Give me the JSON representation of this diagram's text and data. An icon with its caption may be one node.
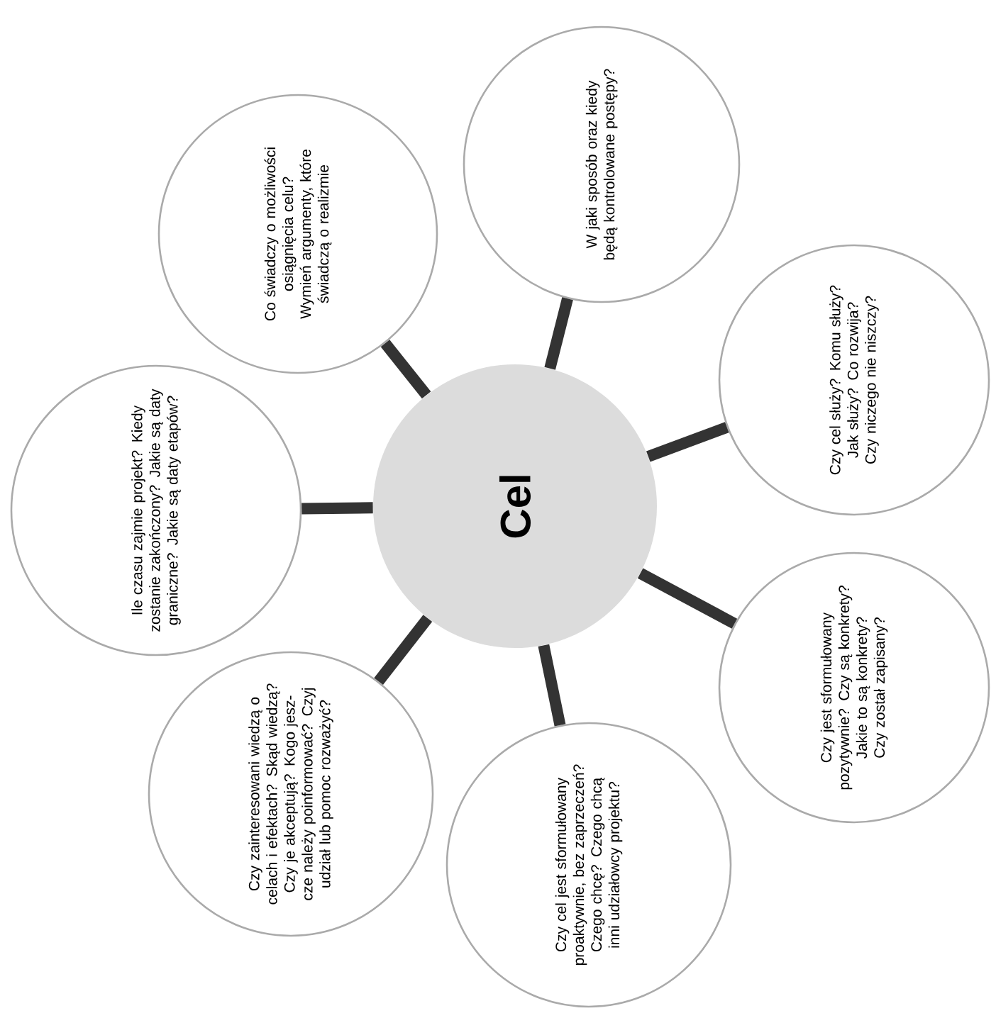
{
  "diagram": {
    "nodes": [
      {
        "text": [
          "Cel"
        ]
      },
      {
        "text": [
          "Co świadczy o możliwości osiągnięcia celu? Wymień argumenty, które świadczą o realizmie"
        ]
      },
      {
        "text": [
          "W jaki sposób oraz kiedy będą kontrolowane postępy?"
        ]
      },
      {
        "text": [
          "Czy cel służy? Komu służy? Jak służy? Co rozwija? Czy niczego nie niszczy?"
        ]
      },
      {
        "text": [
          "Czy jest sformułowany pozytywnie? Czy są konkrety? Jakie to są konkrety? Czy został zapisany?"
        ]
      },
      {
        "text": [
          "Czy cel jest sformułowany proaktywnie, bez zaprzeczeń? Czego chcę? Czego chcą inni udziałowcy projektu?"
        ]
      },
      {
        "text": [
          "Czy zainteresowani wiedzą o celach i efektach? Skąd wiedzą? Czy je akceptują? Kogo jesz- cze należy poinformować? Czyj udział lub pomoc rozważyć?"
        ]
      },
      {
        "text": [
          "Ile czasu zajmie projekt? Kiedy zostanie zakończony? Jakie są daty graniczne? Jakie są daty etapów?"
        ]
      }
    ],
    "edges": [
      {
        "from": 0,
        "to": 1,
        "arrow": "none"
      },
      {
        "from": 0,
        "to": 2,
        "arrow": "none"
      },
      {
        "from": 0,
        "to": 3,
        "arrow": "none"
      },
      {
        "from": 0,
        "to": 4,
        "arrow": "none"
      },
      {
        "from": 0,
        "to": 5,
        "arrow": "none"
      },
      {
        "from": 0,
        "to": 6,
        "arrow": "none"
      },
      {
        "from": 0,
        "to": 7,
        "arrow": "none"
      }
    ]
  }
}
